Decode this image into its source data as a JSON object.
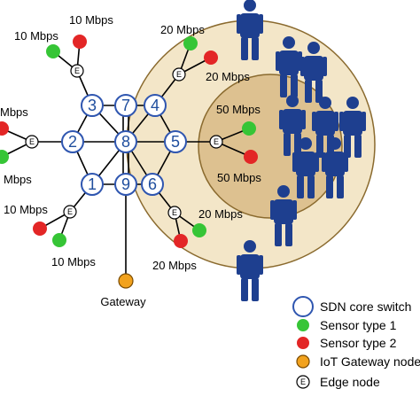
{
  "colors": {
    "outer_zone": "#f3e6c8",
    "inner_zone": "#ddc190",
    "zone_stroke": "#8a6a2e",
    "switch_stroke": "#2f56b0",
    "sensor1": "#36c536",
    "sensor2": "#e32626",
    "gateway": "#f2a21d",
    "person": "#1e3f8f",
    "link": "#000000"
  },
  "core_switches": [
    "1",
    "2",
    "3",
    "4",
    "5",
    "6",
    "7",
    "8",
    "9"
  ],
  "edge_label": "E",
  "links": {
    "l_top_1": "10 Mbps",
    "l_top_2": "10 Mbps",
    "l_left_1": "Mbps",
    "l_left_2": "Mbps",
    "l_bot_1": "10 Mbps",
    "l_bot_2": "10 Mbps",
    "r_top_1": "20 Mbps",
    "r_top_2": "20 Mbps",
    "r_mid_1": "50 Mbps",
    "r_mid_2": "50 Mbps",
    "r_bot_1": "20 Mbps",
    "r_bot_2": "20 Mbps"
  },
  "gateway_label": "Gateway",
  "legend": {
    "switch": "SDN core switch",
    "sensor1": "Sensor type 1",
    "sensor2": "Sensor type 2",
    "gateway": "IoT Gateway node",
    "edge": "Edge node"
  }
}
